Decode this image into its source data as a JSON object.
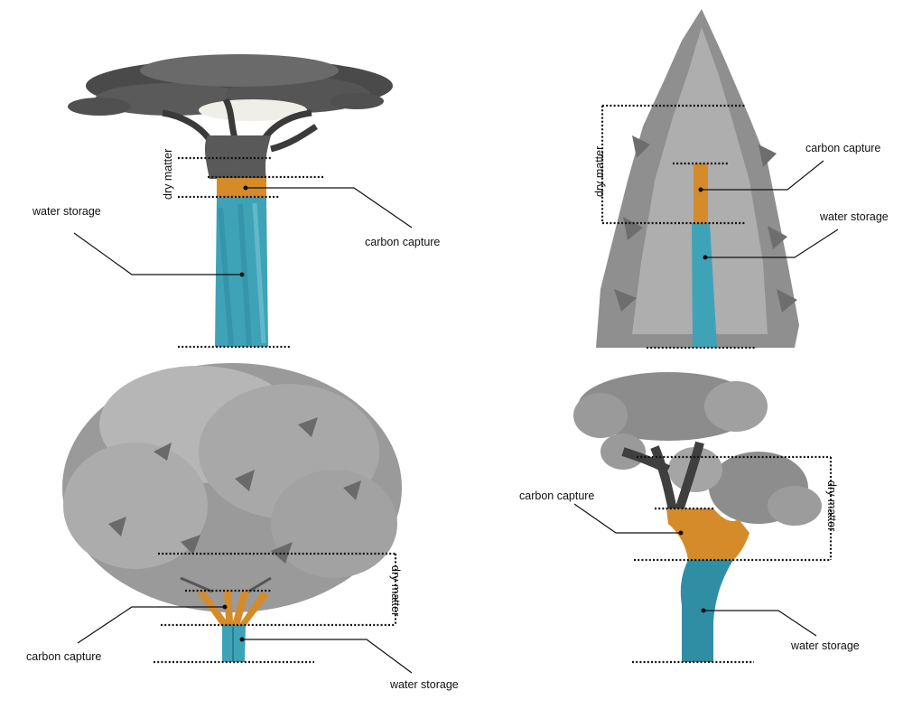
{
  "colors": {
    "water": "#3fa3b8",
    "carbon": "#d58b2a",
    "foliage_dark": "#5c5c5c",
    "foliage_mid": "#8a8a8a",
    "foliage_light": "#bdbdbd"
  },
  "trees": [
    {
      "name": "baobab",
      "labels": {
        "dry_matter": "dry matter",
        "carbon_capture": "carbon capture",
        "water_storage": "water storage"
      }
    },
    {
      "name": "conifer",
      "labels": {
        "dry_matter": "dry matter",
        "carbon_capture": "carbon capture",
        "water_storage": "water storage"
      }
    },
    {
      "name": "broadleaf",
      "labels": {
        "dry_matter": "dry matter",
        "carbon_capture": "carbon capture",
        "water_storage": "water storage"
      }
    },
    {
      "name": "gnarled",
      "labels": {
        "dry_matter": "dry matter",
        "carbon_capture": "carbon capture",
        "water_storage": "water storage"
      }
    }
  ]
}
